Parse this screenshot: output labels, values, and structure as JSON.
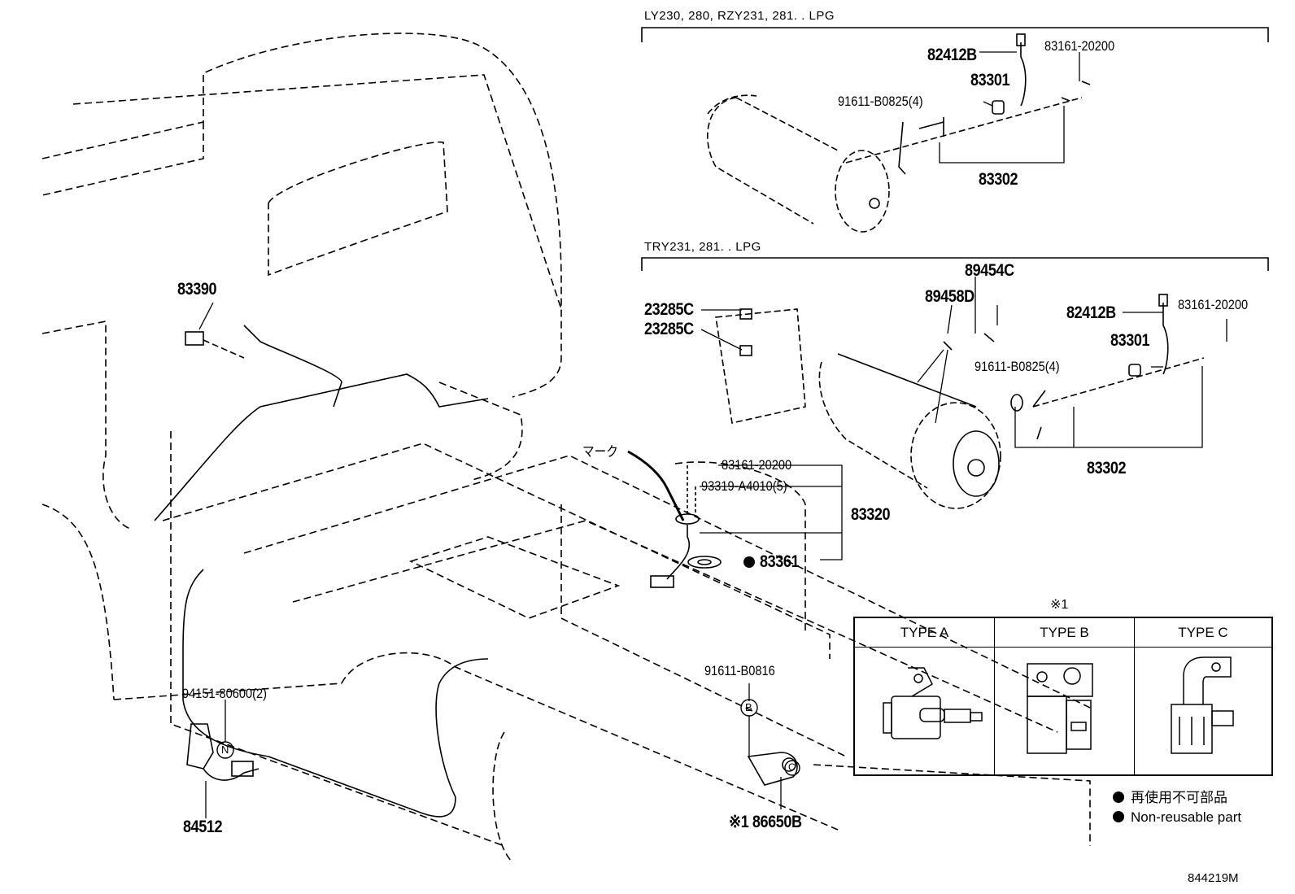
{
  "sections": {
    "upper": "LY230, 280, RZY231, 281. . LPG",
    "lower": "TRY231, 281. . LPG"
  },
  "parts": {
    "p82412B_a": "82412B",
    "p83161_a": "83161-20200",
    "p83301_a": "83301",
    "p91611_a": "91611-B0825(4)",
    "p83302_a": "83302",
    "p89454C": "89454C",
    "p89458D": "89458D",
    "p23285C_1": "23285C",
    "p23285C_2": "23285C",
    "p82412B_b": "82412B",
    "p83161_b": "83161-20200",
    "p83301_b": "83301",
    "p91611_b": "91611-B0825(4)",
    "p83302_b": "83302",
    "p83390": "83390",
    "mark": "マーク",
    "p83161_c": "83161-20200",
    "p93319": "93319-A4010(5)",
    "p83320": "83320",
    "p83361": "83361",
    "p91611_B0816": "91611-B0816",
    "p94151": "94151-80600(2)",
    "p84512": "84512",
    "p86650B": "※1 86650B",
    "circle_B": "B",
    "circle_N": "N",
    "circle_C": "C"
  },
  "types": {
    "note": "※1",
    "a": "TYPE A",
    "b": "TYPE B",
    "c": "TYPE C"
  },
  "legend": {
    "jp": "再使用不可部品",
    "en": "Non-reusable part"
  },
  "diagram_id": "844219M"
}
